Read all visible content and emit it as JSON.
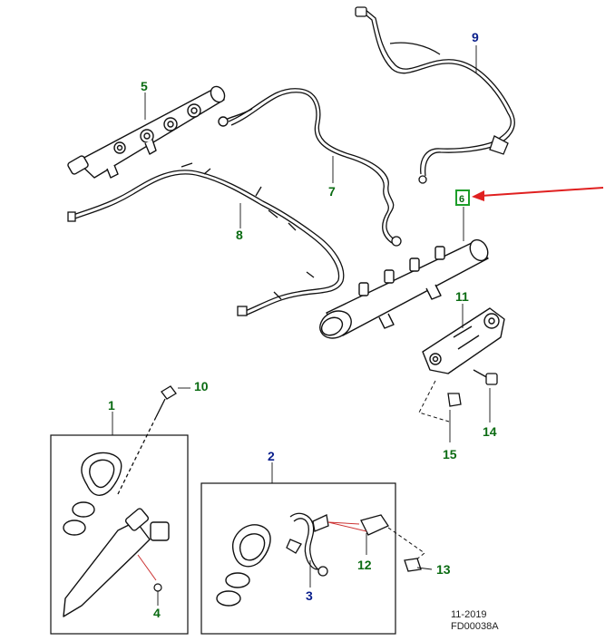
{
  "callouts": [
    {
      "id": "1",
      "color": "#0a6b12"
    },
    {
      "id": "2",
      "color": "#0a1f8c"
    },
    {
      "id": "3",
      "color": "#0a1f8c"
    },
    {
      "id": "4",
      "color": "#0a6b12"
    },
    {
      "id": "5",
      "color": "#0a6b12"
    },
    {
      "id": "6",
      "color": "#0a6b12"
    },
    {
      "id": "7",
      "color": "#0a6b12"
    },
    {
      "id": "8",
      "color": "#0a6b12"
    },
    {
      "id": "9",
      "color": "#0a1f8c"
    },
    {
      "id": "10",
      "color": "#0a6b12"
    },
    {
      "id": "11",
      "color": "#0a6b12"
    },
    {
      "id": "12",
      "color": "#0a6b12"
    },
    {
      "id": "13",
      "color": "#0a6b12"
    },
    {
      "id": "14",
      "color": "#0a6b12"
    },
    {
      "id": "15",
      "color": "#0a6b12"
    }
  ],
  "highlight": {
    "callout": "6",
    "box_color": "#1e9e2a",
    "arrow_color": "#e02020"
  },
  "footer": {
    "date": "11-2019",
    "code": "FD00038A"
  }
}
